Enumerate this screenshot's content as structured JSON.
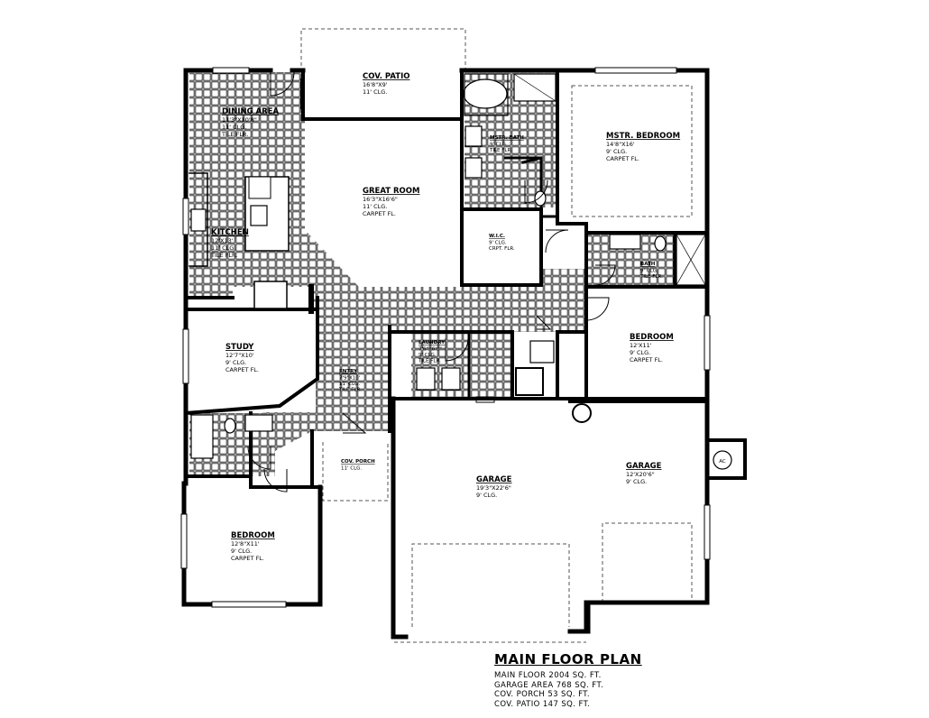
{
  "rooms": [
    {
      "id": "cov-patio",
      "name": "COV. PATIO",
      "lines": [
        "16'8\"X9'",
        "11' CLG."
      ]
    },
    {
      "id": "dining-area",
      "name": "DINING AREA",
      "lines": [
        "11'3\"X10'8\"",
        "11' CLG.",
        "TILE FLR."
      ]
    },
    {
      "id": "great-room",
      "name": "GREAT ROOM",
      "lines": [
        "16'3\"X16'6\"",
        "11' CLG.",
        "CARPET FL."
      ]
    },
    {
      "id": "kitchen",
      "name": "KITCHEN",
      "lines": [
        "12'X13'",
        "11' CLG.",
        "TILE FLR."
      ]
    },
    {
      "id": "mstr-bath",
      "name": "MSTR. BATH",
      "lines": [
        "9' CLG.",
        "TILE FLR."
      ]
    },
    {
      "id": "mstr-bedroom",
      "name": "MSTR. BEDROOM",
      "lines": [
        "14'8\"X16'",
        "9' CLG.",
        "CARPET FL."
      ]
    },
    {
      "id": "wic",
      "name": "W.I.C.",
      "lines": [
        "9' CLG.",
        "CRPT. FLR."
      ]
    },
    {
      "id": "bath-2",
      "name": "BATH",
      "lines": [
        "9' CLG.",
        "TILE FLR."
      ]
    },
    {
      "id": "bedroom-east",
      "name": "BEDROOM",
      "lines": [
        "12'X11'",
        "9' CLG.",
        "CARPET FL."
      ]
    },
    {
      "id": "study",
      "name": "STUDY",
      "lines": [
        "12'7\"X10'",
        "9' CLG.",
        "CARPET FL."
      ]
    },
    {
      "id": "entry",
      "name": "ENTRY",
      "lines": [
        "7'9\"X10'",
        "11' CLG.",
        "TILE FLR."
      ]
    },
    {
      "id": "laundry",
      "name": "LAUNDRY",
      "lines": [
        "7'6\"X6'8\"",
        "9' CLG.",
        "TILE FLR."
      ]
    },
    {
      "id": "cov-porch",
      "name": "COV. PORCH",
      "lines": [
        "11' CLG."
      ]
    },
    {
      "id": "garage-1",
      "name": "GARAGE",
      "lines": [
        "19'3\"X22'6\"",
        "9' CLG."
      ]
    },
    {
      "id": "garage-2",
      "name": "GARAGE",
      "lines": [
        "12'X20'6\"",
        "9' CLG."
      ]
    },
    {
      "id": "bedroom-sw",
      "name": "BEDROOM",
      "lines": [
        "12'8\"X11'",
        "9' CLG.",
        "CARPET FL."
      ]
    }
  ],
  "ac_label": "AC",
  "title": "MAIN FLOOR PLAN",
  "stats": [
    "MAIN FLOOR 2004 SQ. FT.",
    "GARAGE AREA 768 SQ. FT.",
    "COV. PORCH 53 SQ. FT.",
    "COV. PATIO 147 SQ. FT."
  ]
}
